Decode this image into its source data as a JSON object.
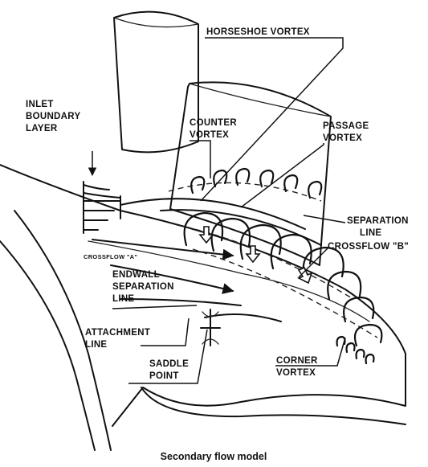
{
  "labels": {
    "horseshoe_vortex": "HORSESHOE VORTEX",
    "inlet_boundary_layer": [
      "INLET",
      "BOUNDARY",
      "LAYER"
    ],
    "counter_vortex": [
      "COUNTER",
      "VORTEX"
    ],
    "passage_vortex": [
      "PASSAGE",
      "VORTEX"
    ],
    "separation_line": [
      "SEPARATION",
      "LINE"
    ],
    "crossflow_b": "CROSSFLOW \"B\"",
    "crossflow_a": "CROSSFLOW \"A\"",
    "endwall_separation_line": [
      "ENDWALL",
      "SEPARATION",
      "LINE"
    ],
    "attachment_line": [
      "ATTACHMENT",
      "LINE"
    ],
    "saddle_point": [
      "SADDLE",
      "POINT"
    ],
    "corner_vortex": [
      "CORNER",
      "VORTEX"
    ]
  },
  "caption": "Secondary flow model"
}
